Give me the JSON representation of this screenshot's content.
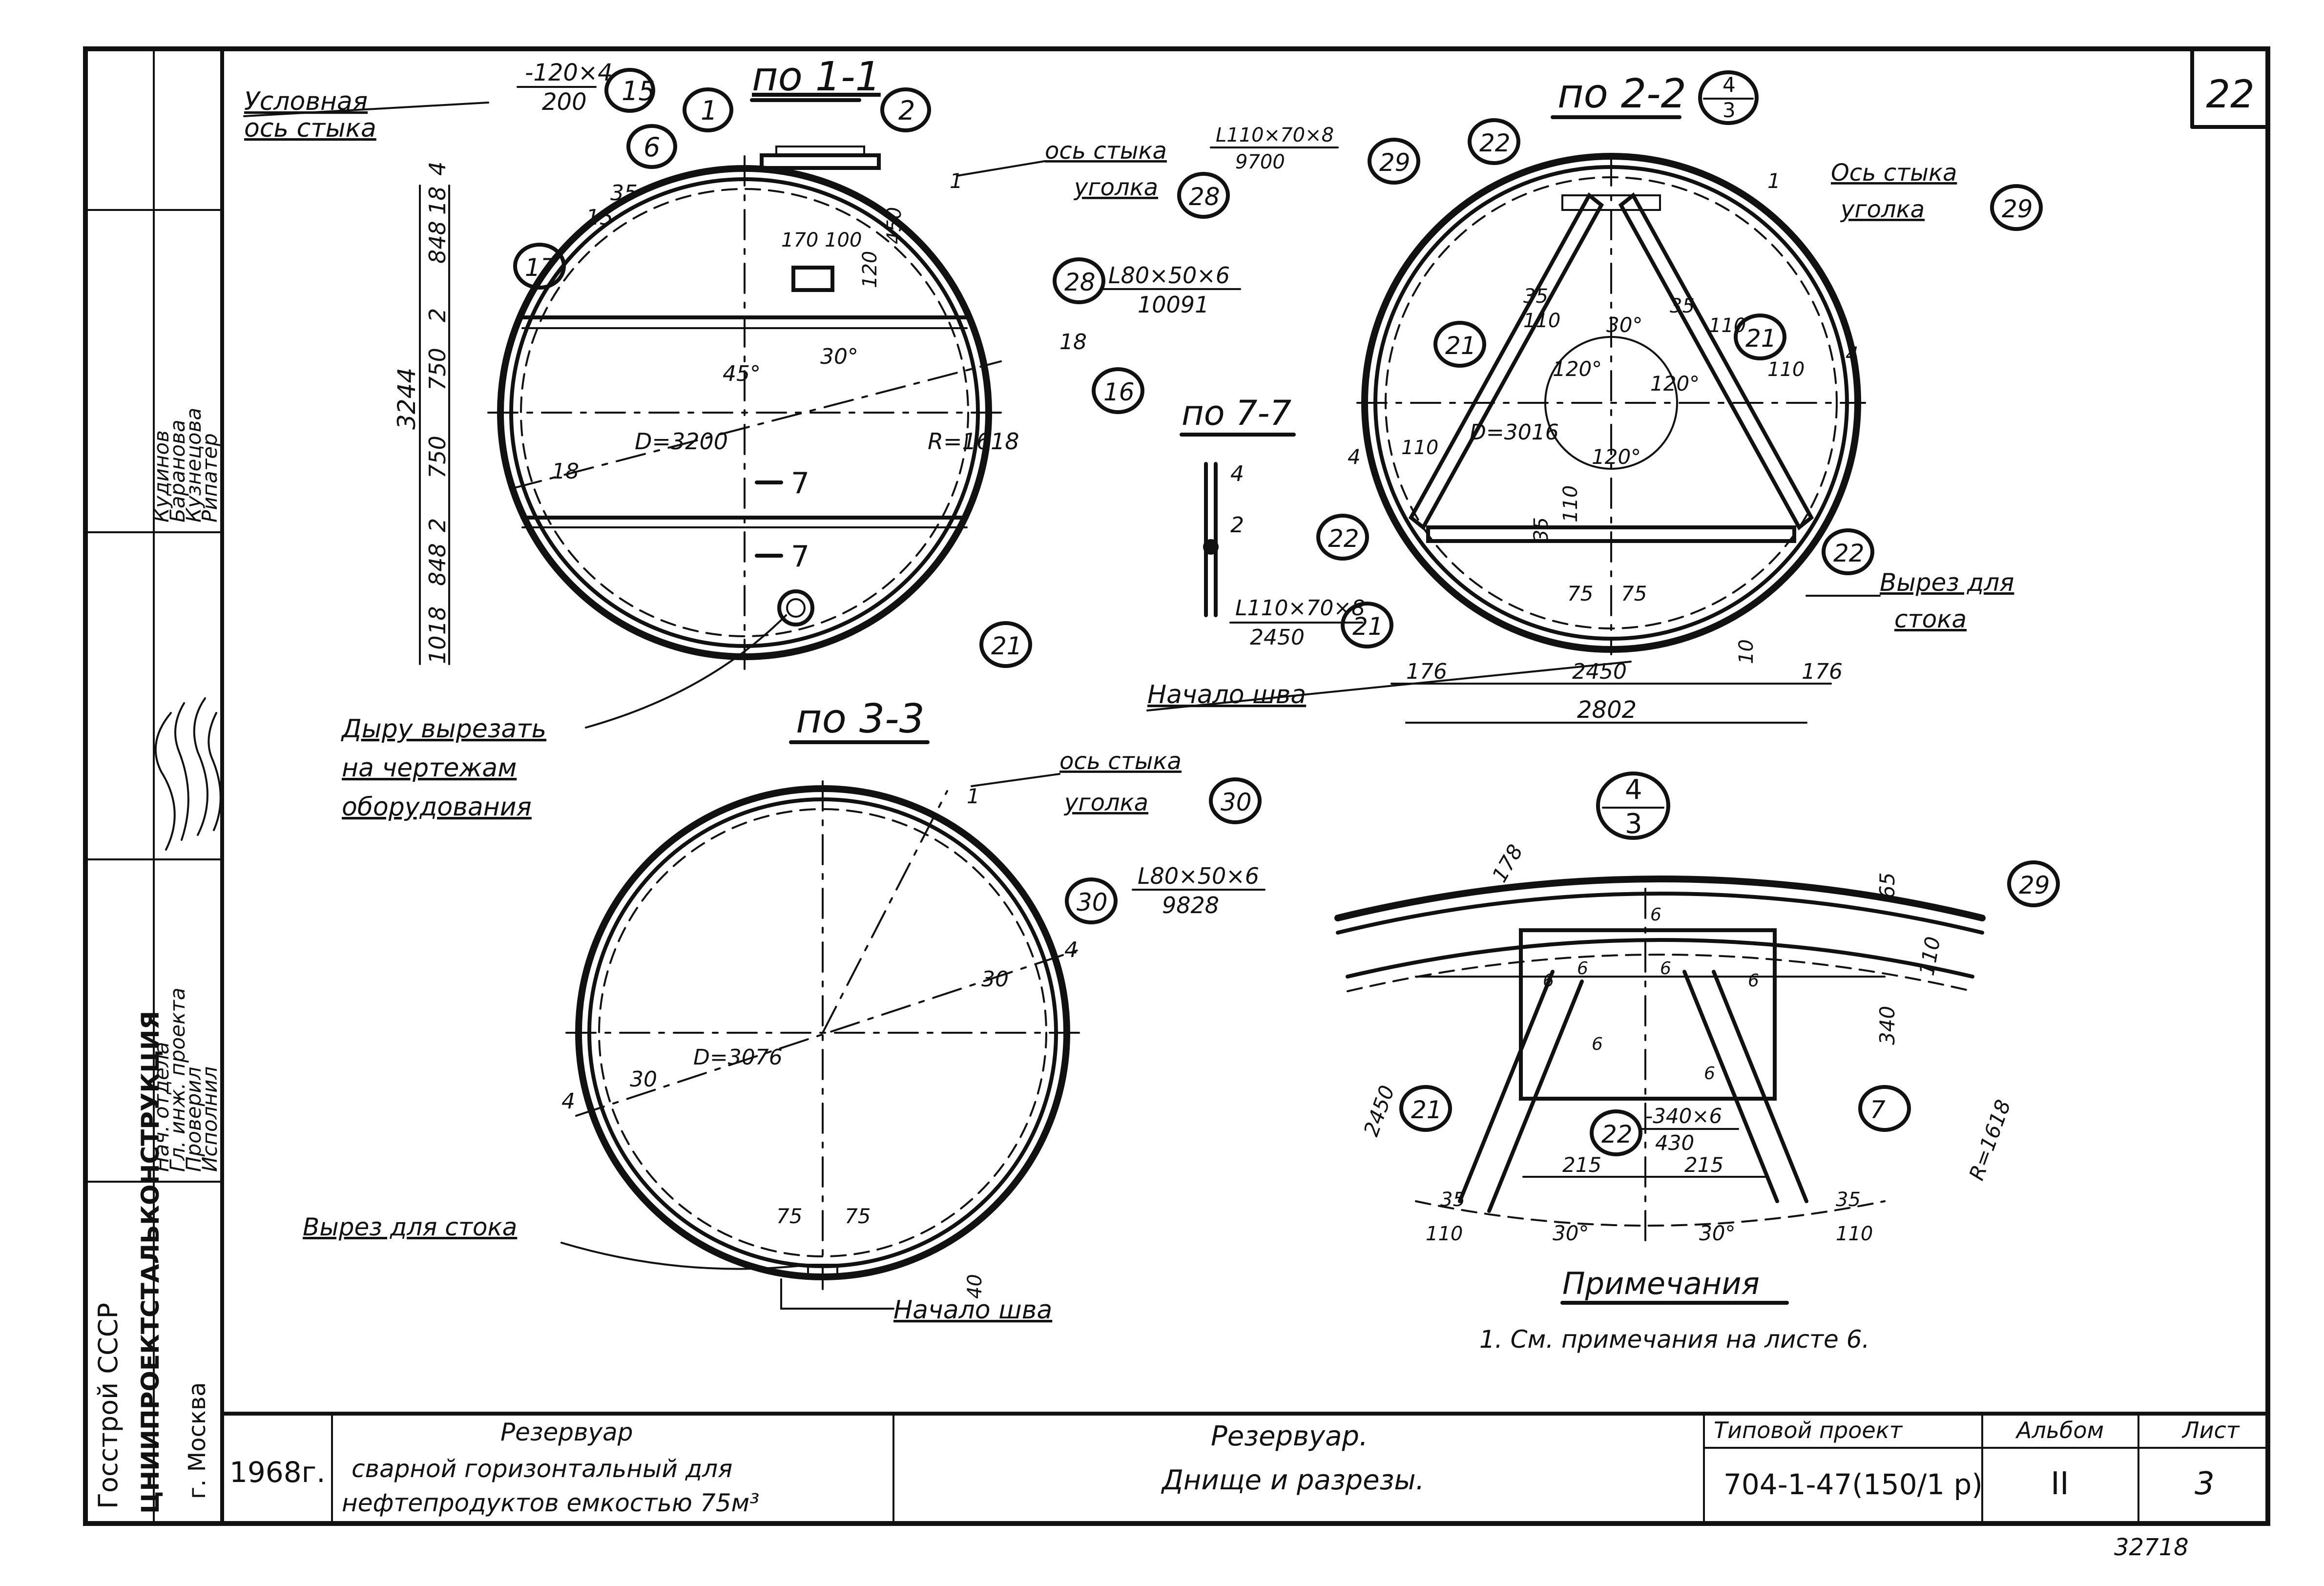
{
  "sheet": {
    "sheet_corner": "22",
    "doc_number": "32718"
  },
  "views": {
    "v11": {
      "title": "по 1-1"
    },
    "v22": {
      "title": "по 2-2"
    },
    "v33": {
      "title": "по 3-3"
    },
    "v77": {
      "title": "по 7-7"
    },
    "detail": {
      "num": "4",
      "den": "3"
    }
  },
  "labels": {
    "uslovnaya_os": "Условная",
    "os_styka": "ось стыка",
    "os_styka2": "Ось стыка",
    "ugolka": "уголка",
    "dyru": "Дыру вырезать",
    "na_chertezham": "на чертежам",
    "oborudovaniya": "оборудования",
    "vyrez": "Вырез для",
    "stoka": "стока",
    "vyrez_stoka": "Вырез для стока",
    "nachalo_shva": "Начало шва"
  },
  "dims": {
    "strip": "-120×4",
    "strip_len": "200",
    "d1": "18",
    "d2": "4",
    "d3": "848",
    "d4": "2",
    "d5": "750",
    "d6": "750",
    "d7": "2",
    "d8": "848",
    "d9": "18",
    "d10": "10",
    "total": "3244",
    "D3200": "D=3200",
    "R1618": "R=1618",
    "angle30": "30°",
    "angle45": "45°",
    "d15": "15",
    "d35": "35",
    "hole": "170 100",
    "h120": "120",
    "h450": "450",
    "L80_1": "L80×50×6",
    "L80_1_len": "10091",
    "L110_1": "L110×70×8",
    "L110_1_len": "9700",
    "L110_2": "L110×70×8",
    "L110_2_len": "2450",
    "L80_2": "L80×50×6",
    "L80_2_len": "9828",
    "D3016": "D=3016",
    "D3076": "D=3076",
    "a120a": "120°",
    "a120b": "120°",
    "a120c": "120°",
    "d110": "110",
    "d35b": "35",
    "d75a": "75",
    "d75b": "75",
    "d176a": "176",
    "d176b": "176",
    "d2450": "2450",
    "d2802": "2802",
    "d30a": "30",
    "d30b": "30",
    "d40": "40",
    "d4a": "4",
    "d4b": "4",
    "d18a": "18",
    "d18b": "18",
    "d11a": "1",
    "d11b": "1",
    "det65": "65",
    "det178": "178",
    "det340": "340",
    "det2450": "2450",
    "det110": "110",
    "det_R1618": "R=1618",
    "det_plate": "-340×6",
    "det_plate_len": "430",
    "det215a": "215",
    "det215b": "215",
    "det35a": "35",
    "det35b": "35",
    "det110a": "110",
    "det110b": "110",
    "det30a": "30°",
    "det30b": "30°",
    "det6": "6"
  },
  "callouts": [
    "1",
    "2",
    "6",
    "7",
    "15",
    "16",
    "17",
    "21",
    "21",
    "21",
    "21",
    "21",
    "22",
    "22",
    "22",
    "22",
    "28",
    "28",
    "29",
    "29",
    "29",
    "30",
    "30"
  ],
  "notes": {
    "heading": "Примечания",
    "item1": "1. См. примечания на листе 6."
  },
  "side_stamp": {
    "org1": "Госстрой СССР",
    "org2": "ЦНИИПРОЕКТСТАЛЬКОНСТРУКЦИЯ",
    "city": "г. Москва",
    "roles": [
      "Нач. отдела",
      "Гл. инж. проекта",
      "Проверил",
      "Исполнил"
    ],
    "names": [
      "Кудинов",
      "Баранова",
      "Кузнецова",
      "Рипатер"
    ]
  },
  "title_block": {
    "year": "1968г.",
    "object_line1": "Резервуар",
    "object_line2": "сварной горизонтальный для",
    "object_line3": "нефтепродуктов емкостью 75м³",
    "sheet_title_line1": "Резервуар.",
    "sheet_title_line2": "Днище и разрезы.",
    "project_label": "Типовой проект",
    "project_code": "704-1-47(150/1 р)",
    "album_label": "Альбом",
    "album_value": "II",
    "sheet_label": "Лист",
    "sheet_value": "3"
  }
}
